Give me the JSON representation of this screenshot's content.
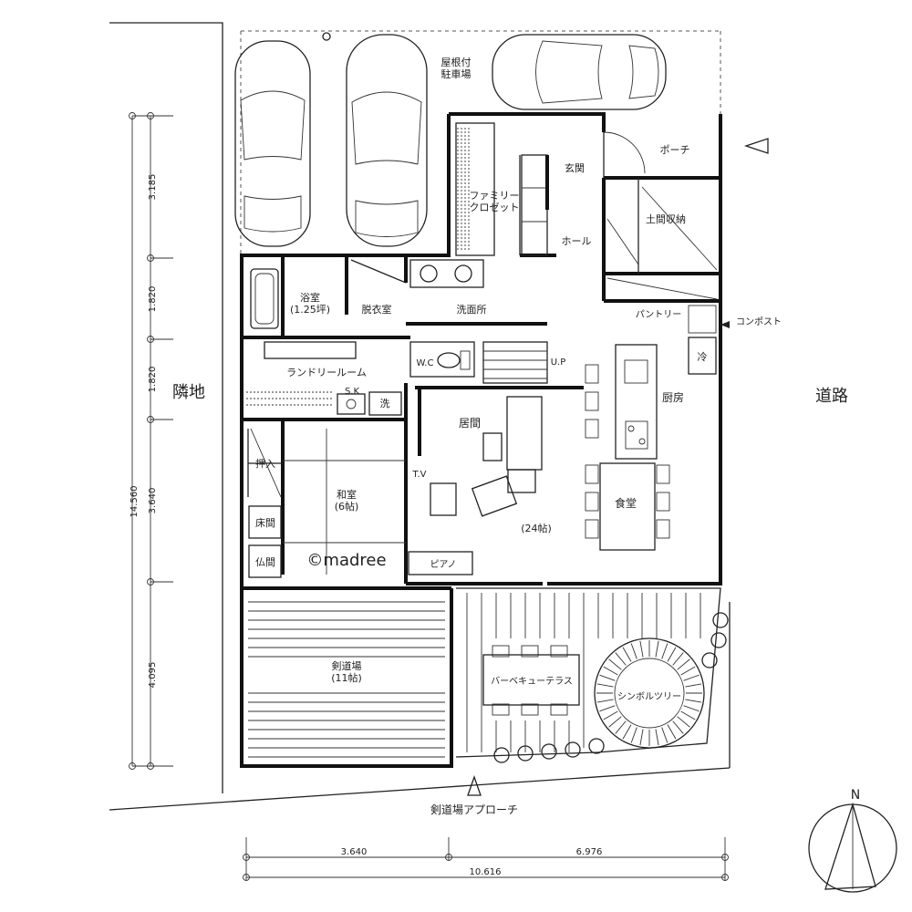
{
  "rooms": {
    "carport": "屋根付\n駐車場",
    "porch": "ポーチ",
    "entrance": "玄関",
    "family_closet": "ファミリー\nクロゼット",
    "doma_storage": "土間収納",
    "hall": "ホール",
    "bath": "浴室\n(1.25坪)",
    "dressing": "脱衣室",
    "washroom": "洗面所",
    "pantry": "パントリー",
    "compost": "コンポスト",
    "wc": "W.C",
    "up": "U.P",
    "laundry": "ランドリールーム",
    "sk": "S.K",
    "washer": "洗",
    "fridge": "冷",
    "kitchen": "厨房",
    "living": "居間",
    "tv": "T.V",
    "oshiire": "押入",
    "washitsu": "和室\n(6帖)",
    "tokonoma": "床間",
    "butsuma": "仏間",
    "dining": "食堂",
    "ldk_size": "(24帖)",
    "piano": "ピアノ",
    "dojo": "剣道場\n(11帖)",
    "bbq": "バーベキューテラス",
    "symbol_tree": "シンボルツリー"
  },
  "surroundings": {
    "neighbor": "隣地",
    "road": "道路",
    "approach": "剣道場アプローチ"
  },
  "watermark": "©madree",
  "compass": "N",
  "dimensions": {
    "left": [
      "3.185",
      "1.820",
      "1.820",
      "3.640",
      "4.095"
    ],
    "left_total": "14.560",
    "bottom": [
      "3.640",
      "6.976"
    ],
    "bottom_total": "10.616"
  }
}
